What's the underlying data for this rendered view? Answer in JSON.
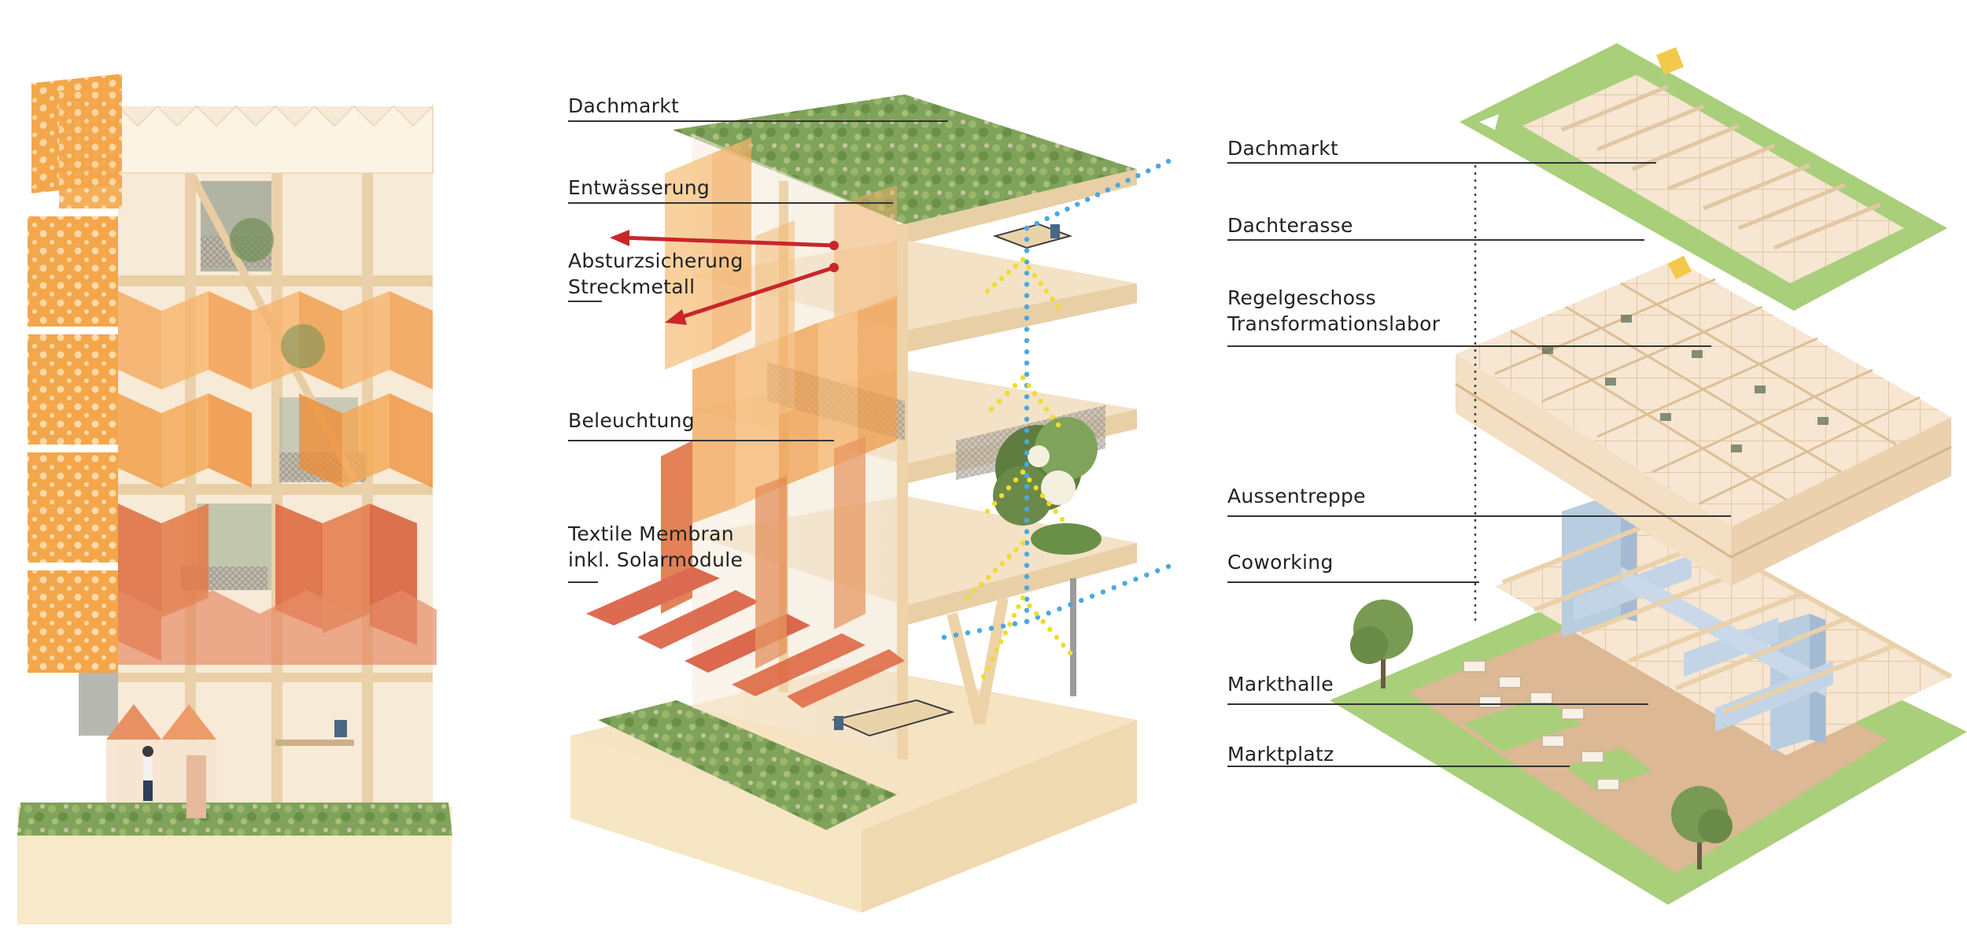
{
  "diagram": {
    "center_labels": [
      {
        "id": "c-dachmarkt",
        "lines": [
          "Dachmarkt"
        ]
      },
      {
        "id": "c-entwasserung",
        "lines": [
          "Entwässerung"
        ]
      },
      {
        "id": "c-absturz",
        "lines": [
          "Absturzsicherung",
          "Streckmetall"
        ]
      },
      {
        "id": "c-beleuchtung",
        "lines": [
          "Beleuchtung"
        ]
      },
      {
        "id": "c-textile",
        "lines": [
          "Textile Membran",
          "inkl. Solarmodule"
        ]
      }
    ],
    "right_labels": [
      {
        "id": "r-dachmarkt",
        "lines": [
          "Dachmarkt"
        ]
      },
      {
        "id": "r-dachterasse",
        "lines": [
          "Dachterasse"
        ]
      },
      {
        "id": "r-regel",
        "lines": [
          "Regelgeschoss",
          "Transformationslabor"
        ]
      },
      {
        "id": "r-aussentreppe",
        "lines": [
          "Aussentreppe"
        ]
      },
      {
        "id": "r-coworking",
        "lines": [
          "Coworking"
        ]
      },
      {
        "id": "r-markthalle",
        "lines": [
          "Markthalle"
        ]
      },
      {
        "id": "r-marktplatz",
        "lines": [
          "Marktplatz"
        ]
      }
    ],
    "colors": {
      "label_text": "#222222",
      "leader_line": "#333333",
      "wood": "#f2d9b3",
      "wood_dark": "#e0bd8a",
      "orange_screen": "#f2a340",
      "red_membrane": "#d9573a",
      "green_roof": "#7fa35a",
      "lawn": "#a9cf7a",
      "ground_tan": "#d9b48f",
      "blue_core": "#b9cde0",
      "arrow_red": "#c8262b",
      "dots_blue": "#4aa8e0",
      "dots_yellow": "#f0dc30"
    }
  }
}
